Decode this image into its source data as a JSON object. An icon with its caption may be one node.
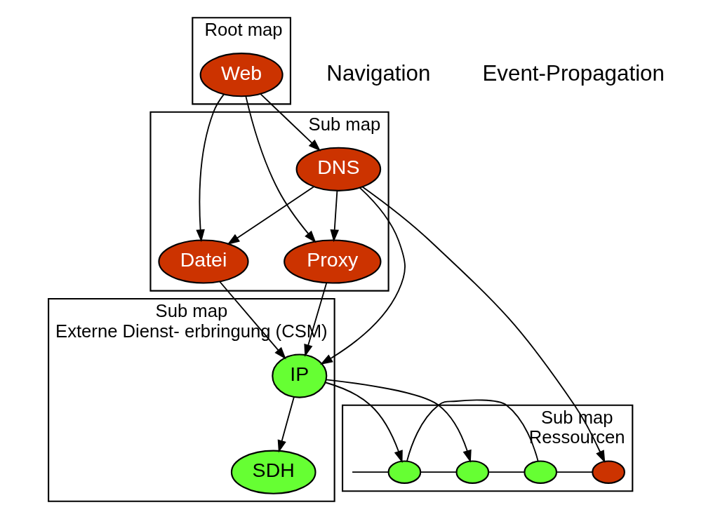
{
  "diagram": {
    "nodes": [
      {
        "text": [
          "Root map"
        ]
      },
      {
        "text": [
          "Web"
        ],
        "in": 0
      },
      {
        "text": [
          "Sub map"
        ]
      },
      {
        "text": [
          "Datei"
        ],
        "in": 2
      },
      {
        "text": [
          "Proxy"
        ],
        "in": 2
      },
      {
        "text": [
          "DNS"
        ],
        "in": 2
      },
      {
        "text": [
          "Sub map",
          "Externe Dienst- erbringung (CSM)"
        ]
      },
      {
        "text": [
          "SDH"
        ],
        "in": 6
      },
      {
        "text": [
          "IP"
        ],
        "in": 6
      },
      {
        "text": [
          "Sub map",
          "Ressourcen"
        ]
      },
      {
        "text": [],
        "shape": "circle",
        "in": 9
      },
      {
        "text": [],
        "shape": "circle",
        "in": 9
      },
      {
        "text": [],
        "shape": "circle",
        "in": 9
      },
      {
        "text": [],
        "shape": "circle",
        "in": 9
      }
    ],
    "edges": [
      {
        "from": 1,
        "to": 5,
        "arrow": "to"
      },
      {
        "from": 1,
        "to": 3,
        "arrow": "to"
      },
      {
        "from": 1,
        "to": 4,
        "arrow": "to"
      },
      {
        "from": 5,
        "to": 3,
        "arrow": "to"
      },
      {
        "from": 5,
        "to": 4,
        "arrow": "to"
      },
      {
        "from": 5,
        "to": 8,
        "arrow": "to"
      },
      {
        "from": 3,
        "to": 8,
        "arrow": "to"
      },
      {
        "from": 4,
        "to": 8,
        "arrow": "to"
      },
      {
        "from": 8,
        "to": 7,
        "arrow": "to"
      },
      {
        "from": 8,
        "to": 10,
        "arrow": "to"
      },
      {
        "from": 8,
        "to": 11,
        "arrow": "to"
      },
      {
        "from": 5,
        "to": 13,
        "arrow": "to"
      },
      {
        "from": null,
        "to": 10,
        "arrow": "none"
      },
      {
        "from": 10,
        "to": 11,
        "arrow": "none"
      },
      {
        "from": 11,
        "to": 12,
        "arrow": "none"
      },
      {
        "from": 10,
        "to": 12,
        "arrow": "none"
      },
      {
        "from": 12,
        "to": 13,
        "arrow": "none"
      }
    ],
    "labels": [
      "Navigation",
      "Event-Propagation"
    ]
  }
}
